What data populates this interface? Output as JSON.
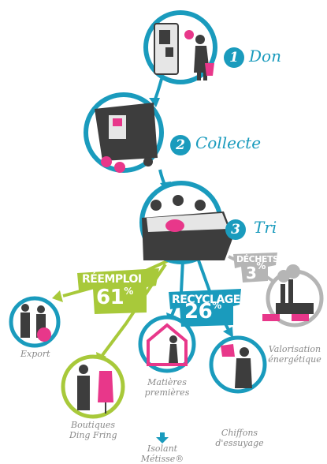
{
  "steps": [
    {
      "number": "1",
      "label": "Don"
    },
    {
      "number": "2",
      "label": "Collecte"
    },
    {
      "number": "3",
      "label": "Tri"
    }
  ],
  "routes": {
    "reemploi": {
      "name": "RÉEMPLOI",
      "percent": "61",
      "unit": "%"
    },
    "recyclage": {
      "name": "RECYCLAGE",
      "percent": "26",
      "unit": "%"
    },
    "dechets": {
      "name": "DÉCHETS",
      "percent": "3",
      "unit": "%"
    }
  },
  "outcomes": {
    "export": "Export",
    "boutiques": [
      "Boutiques",
      "Ding Fring"
    ],
    "matieres": [
      "Matières",
      "premières"
    ],
    "isolant": [
      "Isolant",
      "Métisse®"
    ],
    "chiffons": [
      "Chiffons",
      "d'essuyage"
    ],
    "valorisation": [
      "Valorisation",
      "énergétique"
    ]
  },
  "colors": {
    "teal": "#1a9bbd",
    "lime": "#a8c93a",
    "gray": "#b5b5b5",
    "pink": "#e8378a",
    "dark": "#3d3d3d"
  }
}
